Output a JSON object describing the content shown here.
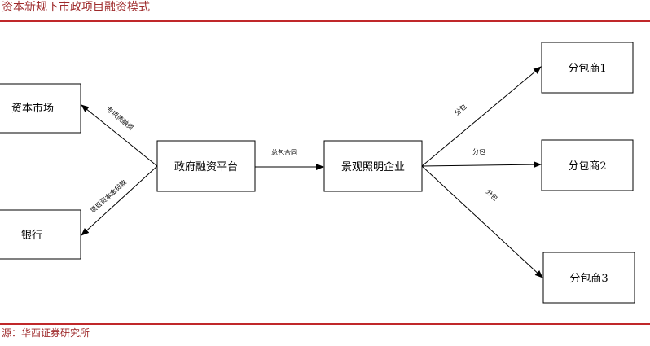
{
  "title": "资本新规下市政项目融资模式",
  "source": "源：华西证券研究所",
  "nodes": {
    "capital_market": "资本市场",
    "bank": "银行",
    "platform": "政府融资平台",
    "enterprise": "景观照明企业",
    "sub1": "分包商1",
    "sub2": "分包商2",
    "sub3": "分包商3"
  },
  "edges": {
    "special_bond": "专项债融资",
    "capital_loan": "项目资本金贷款",
    "general_contract": "总包合同",
    "subcontract1": "分包",
    "subcontract2": "分包",
    "subcontract3": "分包"
  },
  "colors": {
    "accent": "#c0282a",
    "title": "#9e2a2b"
  }
}
